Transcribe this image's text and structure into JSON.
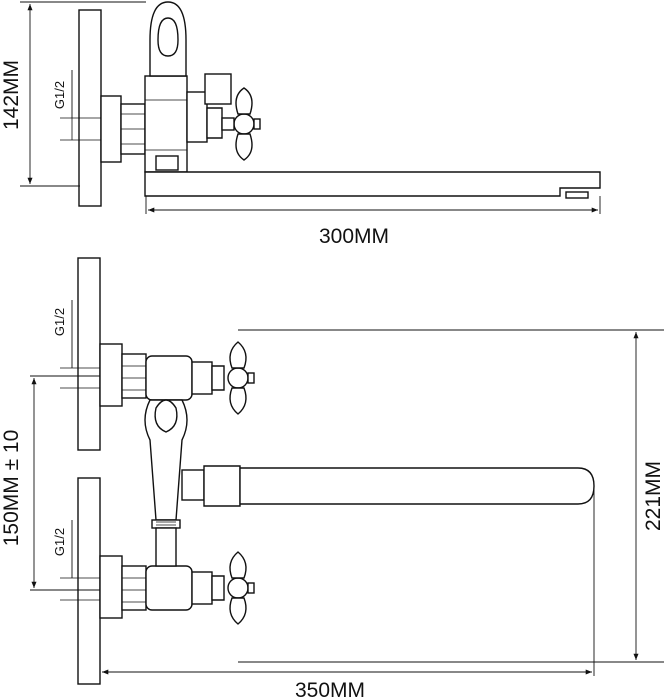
{
  "drawing": {
    "dimensions": {
      "top_height": "142MM",
      "top_length": "300MM",
      "bottom_spacing": "150MM ± 10",
      "bottom_height": "221MM",
      "bottom_length": "350MM"
    },
    "thread_labels": [
      "G1/2",
      "G1/2",
      "G1/2"
    ],
    "line_color": "#111111",
    "background_color": "#ffffff"
  }
}
